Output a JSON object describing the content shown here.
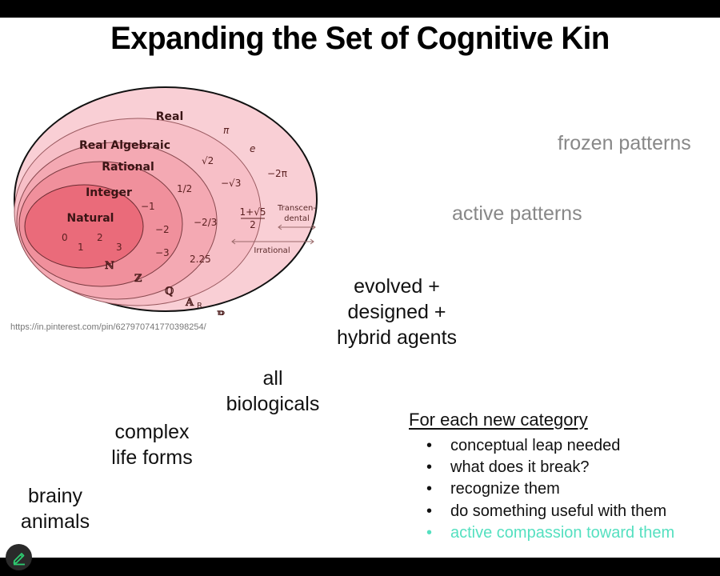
{
  "slide": {
    "title": "Expanding the Set of Cognitive Kin",
    "source_url": "https://in.pinterest.com/pin/627970741770398254/"
  },
  "diagram": {
    "sets": [
      {
        "name": "Real",
        "symbol": "ℝ"
      },
      {
        "name": "Real Algebraic",
        "symbol": "𝔸",
        "symbol_sub": "R"
      },
      {
        "name": "Rational",
        "symbol": "ℚ"
      },
      {
        "name": "Integer",
        "symbol": "ℤ"
      },
      {
        "name": "Natural",
        "symbol": "ℕ"
      }
    ],
    "natural_members": [
      "0",
      "1",
      "2",
      "3"
    ],
    "integer_members": [
      "−1",
      "−2",
      "−3"
    ],
    "rational_members": [
      "1/2",
      "−2/3",
      "2.25"
    ],
    "algebraic_members": [
      "√2",
      "−√3",
      "1+√5",
      "2"
    ],
    "real_members": [
      "π",
      "e",
      "−2π"
    ],
    "annotations": {
      "transcendental": [
        "Transcen-",
        "dental"
      ],
      "irrational": "Irrational"
    }
  },
  "patterns": {
    "frozen": "frozen patterns",
    "active": "active patterns"
  },
  "kin_stack": [
    {
      "lines": [
        "evolved +",
        "designed +",
        "hybrid agents"
      ]
    },
    {
      "lines": [
        "all",
        "biologicals"
      ]
    },
    {
      "lines": [
        "complex",
        "life forms"
      ]
    },
    {
      "lines": [
        "brainy",
        "animals"
      ]
    }
  ],
  "checklist": {
    "heading": "For each new category",
    "items": [
      {
        "text": "conceptual leap needed",
        "highlight": false
      },
      {
        "text": "what does it break?",
        "highlight": false
      },
      {
        "text": "recognize them",
        "highlight": false
      },
      {
        "text": "do something useful with them",
        "highlight": false
      },
      {
        "text": "active compassion toward them",
        "highlight": true
      }
    ],
    "bullet": "•",
    "highlight_color": "#55e0c0"
  },
  "toolbar": {
    "pen_icon": "pencil-icon",
    "pen_color": "#2ecc71"
  }
}
